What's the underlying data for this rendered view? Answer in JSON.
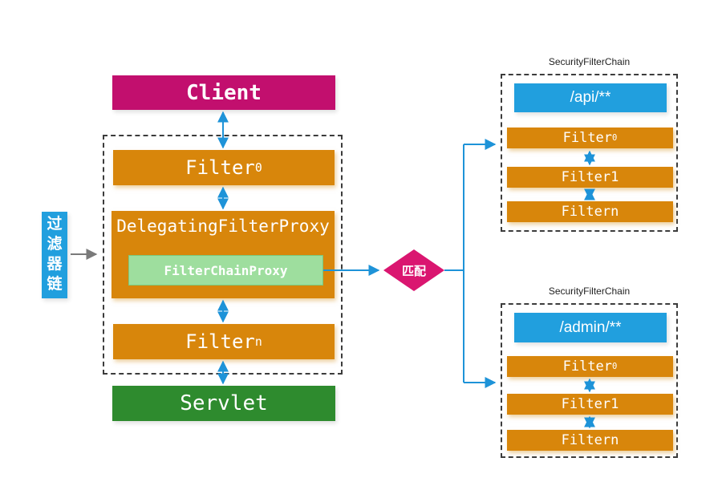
{
  "colors": {
    "orange": "#D8860B",
    "client_magenta": "#C20F6E",
    "decision_magenta": "#DA1670",
    "servlet_green": "#2E8B2E",
    "fcp_green": "#9EDE9E",
    "blue": "#219FDE",
    "arrow_blue": "#1E93D8",
    "arrow_gray": "#7A7A7A"
  },
  "left_label": {
    "text": "过滤器链"
  },
  "main_chain": {
    "client": "Client",
    "filter0": {
      "base": "Filter",
      "sub": "0"
    },
    "delegating_proxy": "DelegatingFilterProxy",
    "filter_chain_proxy": "FilterChainProxy",
    "filtern": {
      "base": "Filter",
      "sub": "n"
    },
    "servlet": "Servlet"
  },
  "decision": {
    "label": "匹配"
  },
  "chains": [
    {
      "title": "SecurityFilterChain",
      "matcher": "/api/**",
      "filters": [
        {
          "base": "Filter",
          "sub": "0"
        },
        {
          "base": "Filter1",
          "sub": ""
        },
        {
          "base": "Filtern",
          "sub": ""
        }
      ]
    },
    {
      "title": "SecurityFilterChain",
      "matcher": "/admin/**",
      "filters": [
        {
          "base": "Filter",
          "sub": "0"
        },
        {
          "base": "Filter1",
          "sub": ""
        },
        {
          "base": "Filtern",
          "sub": ""
        }
      ]
    }
  ]
}
